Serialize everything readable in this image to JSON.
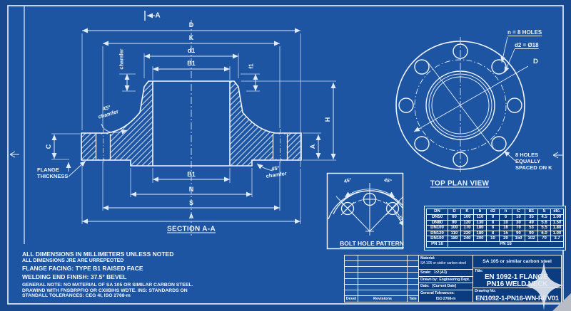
{
  "colors": {
    "background": "#18488d",
    "drawing_background": "#1e55a2",
    "line": "#eef4fd",
    "panel_navy": "#0b3c80",
    "watermark": "#e3e8f0",
    "corner_triangle": "#b7bcc5"
  },
  "section": {
    "marker_a": "A",
    "dim_d": "D",
    "dim_k": "K",
    "dim_d1": "d1",
    "dim_b1": "B1",
    "dim_f1": "f1",
    "chamfer_vertical": "chamfer",
    "deg45": "45°",
    "chamfer_word": "chamfer",
    "dim_c": "C",
    "flange_thickness_1": "FLANGE",
    "flange_thickness_2": "THICKNESS",
    "dim_h": "H",
    "dim_a": "A",
    "dim_n": "N",
    "dim_s": "S",
    "caption": "SECTION A-A"
  },
  "plan": {
    "n_holes": "n = 8 HOLES",
    "d2_callout": "d2 = Ø18",
    "dim_d": "D",
    "spaced_1": "8 HOLES",
    "spaced_2": "EQUALLY",
    "spaced_3": "SPACED ON K",
    "caption": "TOP PLAN VIEW"
  },
  "pattern": {
    "deg45": "45°",
    "d2": "d2",
    "caption": "BOLT HOLE PATTERN"
  },
  "notes": {
    "line1": "ALL DIMENSIONS IN MILLIMETERS UNLESS NOTED",
    "line2": "ALL DIMENSIONS JRE ARE URREPEOTED",
    "line3": "FLANGE FACING: TYPE B1 RAISED FACE",
    "line4": "WELDING END FINISH: 37.5° BEVEL",
    "line5": "GENERAL NOTE: NO MATERIAL OF SA 105 OR SIMILAR CARBON STEEL.",
    "line6": "DRAWIND WITH FNSBRPFIO OR CXIIBIHS WDTE. INS: STANDARDS ON",
    "line7": "STANDALL TOLERANCES: CEG 4I, ISO 2768-m"
  },
  "table": {
    "grid": [
      [
        "DN",
        "D",
        "K",
        "b",
        "d2",
        "n",
        "C",
        "B1",
        "S",
        "etc."
      ],
      [
        "DN50",
        "60",
        "100",
        "110",
        "8",
        "6",
        "10",
        "35",
        "4.5",
        "1.09"
      ],
      [
        "DN80",
        "90",
        "120",
        "130",
        "8",
        "10",
        "30",
        "49",
        "5.6",
        "1.50"
      ],
      [
        "DN100",
        "100",
        "170",
        "180",
        "8",
        "16",
        "70",
        "53",
        "5.5",
        "1.80"
      ],
      [
        "DN120",
        "110",
        "220",
        "180",
        "8",
        "15",
        "90",
        "90",
        "6.0",
        "1.00"
      ],
      [
        "DN100",
        "180",
        "240",
        "200",
        "10",
        "20",
        "150",
        "102",
        "70",
        "3.7"
      ]
    ],
    "footer_left": "PN 16",
    "footer_right": "PN 16"
  },
  "titleblock": {
    "material_label": "Material:",
    "material_value": "SA 105 or sixilor carbon steel",
    "scale_label": "Scale:",
    "scale_value": "1:2 (A3)",
    "drawn_label": "Drawn by:",
    "drawn_value": "Engineering Dept.",
    "date_label": "Date:",
    "date_value": "[Current Date]",
    "tolerances_label": "General Tolerances:",
    "tolerances_value": "ISO 2768-m",
    "material_banner": "SA 105 or similar carbon steel",
    "title_label": "Title:",
    "title_line1": "EN 1092-1 FLANGE,",
    "title_line2": "PN16 WELD NECK",
    "drawing_no_label": "Drawing No:",
    "drawing_no_value": "EN1092-1-PN16-WN-REV01",
    "rev_col1": "Devel",
    "rev_col2": "Revisions",
    "rev_col3": "Tale"
  }
}
